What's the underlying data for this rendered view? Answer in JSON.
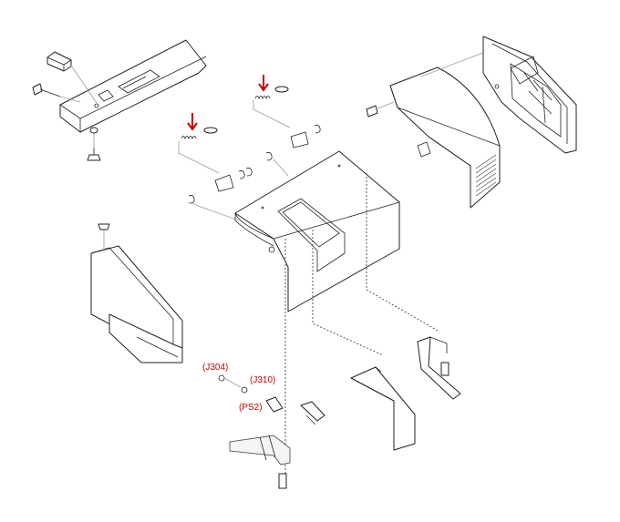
{
  "labels": {
    "j304": "(J304)",
    "j310": "(J310)",
    "ps2": "(PS2)"
  },
  "colors": {
    "callout": "#cc0000",
    "line": "#222222",
    "leader": "#9a9a9a"
  },
  "icons": {
    "indicator": "red-down-arrow-icon"
  }
}
